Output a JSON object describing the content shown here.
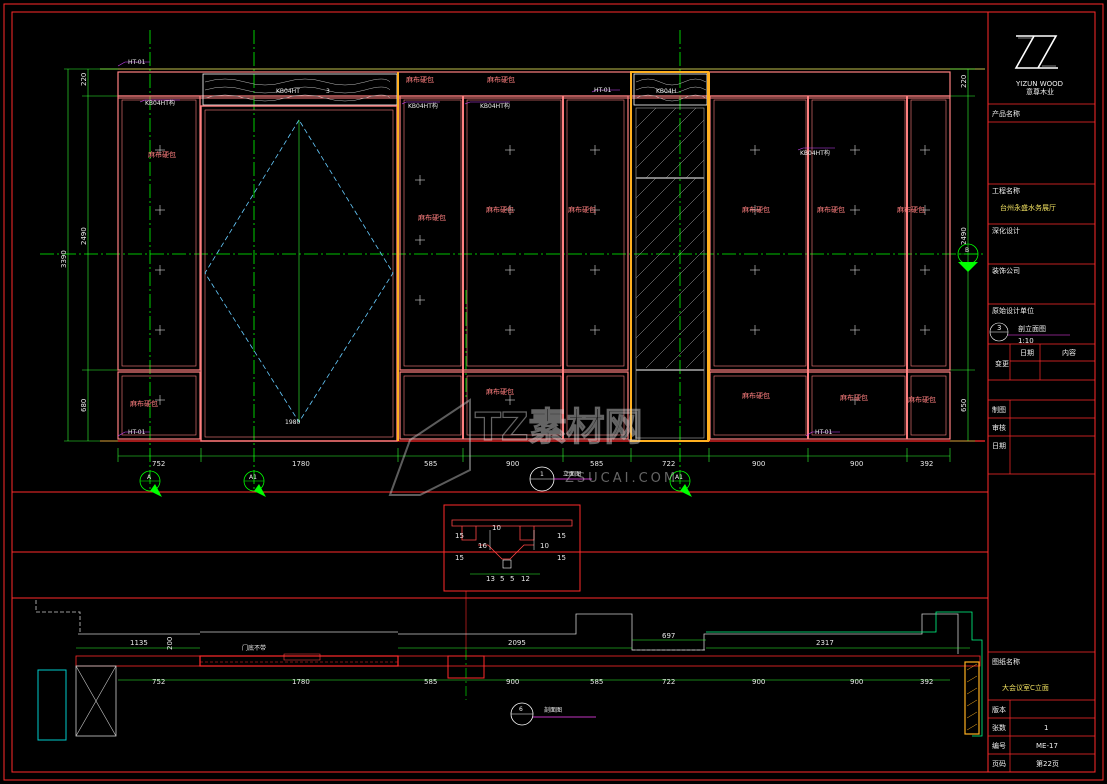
{
  "colors": {
    "background": "#000000",
    "frame": "#ff2a2a",
    "panel": "#ff8080",
    "glass_frame": "#ffb020",
    "axis": "#00ff00",
    "dim": "#e8e8e8",
    "door": "#66ccff",
    "section": "#ff2a2a"
  },
  "elevation": {
    "heights_left": [
      "220",
      "2490",
      "680"
    ],
    "height_total": "3390",
    "heights_right": [
      "220",
      "2490",
      "650"
    ],
    "top_dim_label": "KB04HT",
    "door_dim": "1980",
    "widths": [
      "752",
      "1780",
      "585",
      "900",
      "585",
      "722",
      "900",
      "900",
      "392"
    ],
    "labels": {
      "ht01_top_left": "HT-01",
      "ht01_bottom_left": "HT-01",
      "ht01_bottom_right": "HT-01",
      "ht01_mid": "HT-01",
      "kb_tag_1": "KB04HT构",
      "kb_tag_2": "KB04HT构",
      "kb_tag_3": "KB04HT构",
      "kb_tag_4": "KB04HT构",
      "kb_tag_5": "KB04HT",
      "kb_tag_top_right": "KB04H",
      "num_3": "3",
      "fabric": "麻布硬包"
    },
    "callouts": [
      "A",
      "A1",
      "A1",
      "B"
    ],
    "title_num": "1",
    "title_text": "立面图"
  },
  "detail": {
    "dims": [
      "15",
      "15",
      "13",
      "5",
      "5",
      "12",
      "16",
      "15",
      "15",
      "10",
      "10"
    ]
  },
  "plan": {
    "dims_top": [
      "1135",
      "2095",
      "697",
      "2317"
    ],
    "dims_bottom": [
      "752",
      "1780",
      "585",
      "900",
      "585",
      "722",
      "900",
      "900",
      "392"
    ],
    "dim_small": "200",
    "door_note": "门底不带",
    "title_num": "6",
    "title_text": "剖面图"
  },
  "watermark": {
    "text": "TZ素材网",
    "sub": "ZSUCAI.COM"
  },
  "title_block": {
    "logo_name": "YIZUN WOOD",
    "logo_sub": "意尊木业",
    "product_name": "产品名称",
    "project_name_label": "工程名称",
    "project_name": "台州永盛水务展厅",
    "design_label": "深化设计",
    "company": "装饰公司",
    "designer": "原始设计单位",
    "drawing_no_circle": "3",
    "drawing_ref": "剖立面图",
    "scale_ref": "1:10",
    "change_label": "变更",
    "date_label": "日期",
    "content_label": "内容",
    "draw_label": "制图",
    "check_label": "审核",
    "date2_label": "日期",
    "drawing_name_label": "图纸名称",
    "drawing_name": "大会议室C立面",
    "version_label": "版本",
    "sheet_count_label": "张数",
    "sheet_count": "1",
    "number_label": "编号",
    "number": "ME-17",
    "page_label": "页码",
    "page": "第22页"
  }
}
